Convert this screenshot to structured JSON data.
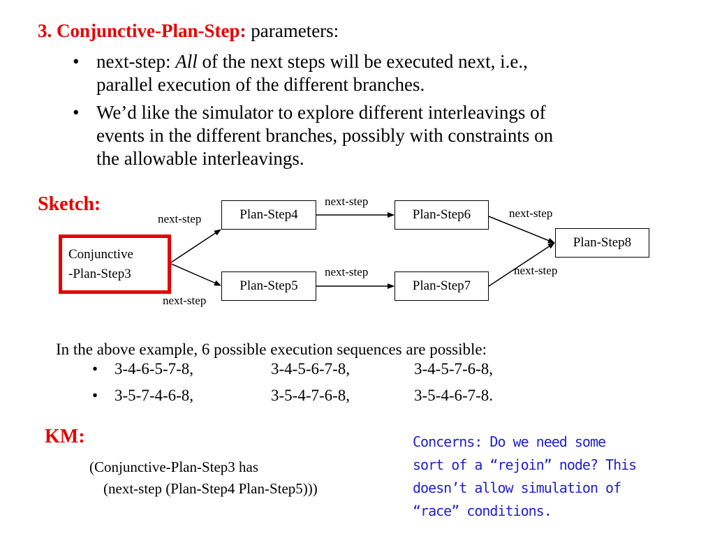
{
  "heading": {
    "number_title": "3. Conjunctive-Plan-Step:",
    "rest": " parameters:"
  },
  "bullets": [
    {
      "lines": [
        {
          "pre": "next-step: ",
          "em": "All",
          "post": " of the next steps will be executed next, i.e.,"
        },
        {
          "pre": "parallel execution of the different branches.",
          "em": "",
          "post": ""
        }
      ]
    },
    {
      "lines": [
        {
          "pre": "We’d like the simulator to explore different interleavings of",
          "em": "",
          "post": ""
        },
        {
          "pre": "events in the different branches, possibly with constraints on",
          "em": "",
          "post": ""
        },
        {
          "pre": "the allowable interleavings.",
          "em": "",
          "post": ""
        }
      ]
    }
  ],
  "bullet_glyph": "•",
  "sketch_label": "Sketch:",
  "diagram": {
    "nodes": {
      "step3": {
        "line1": "Conjunctive",
        "line2": "-Plan-Step3"
      },
      "step4": "Plan-Step4",
      "step5": "Plan-Step5",
      "step6": "Plan-Step6",
      "step7": "Plan-Step7",
      "step8": "Plan-Step8"
    },
    "edges": {
      "e3_4": "next-step",
      "e3_5": "next-step",
      "e4_6": "next-step",
      "e5_7": "next-step",
      "e6_8": "next-step",
      "e7_8": "next-step"
    },
    "highlight_color": "#e60000"
  },
  "example": {
    "intro": "In the above example, 6 possible execution sequences are possible:",
    "rows": [
      [
        "3-4-6-5-7-8,",
        "3-4-5-6-7-8,",
        "3-4-5-7-6-8,"
      ],
      [
        "3-5-7-4-6-8,",
        "3-5-4-7-6-8,",
        "3-5-4-6-7-8."
      ]
    ]
  },
  "km_label": "KM:",
  "km_code": {
    "line1": "(Conjunctive-Plan-Step3 has",
    "line2": "(next-step (Plan-Step4 Plan-Step5)))"
  },
  "concerns": [
    "Concerns: Do we need some",
    "sort of a “rejoin” node? This",
    "doesn’t allow simulation of",
    "“race” conditions."
  ],
  "colors": {
    "accent_red": "#e60000",
    "note_blue": "#1f1fd0"
  }
}
